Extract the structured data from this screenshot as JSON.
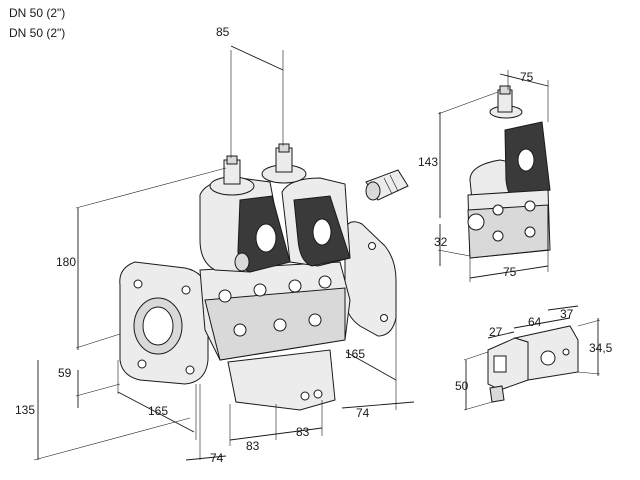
{
  "header": {
    "line1": "DN 50 (2\")",
    "line2": "DN 50 (2\")"
  },
  "dimensions": {
    "main_85": "85",
    "main_180": "180",
    "main_59": "59",
    "main_135": "135",
    "main_165_left": "165",
    "main_165_right": "165",
    "main_74_right": "74",
    "main_74_bottom": "74",
    "main_83_a": "83",
    "main_83_b": "83",
    "side_75_top": "75",
    "side_143": "143",
    "side_32": "32",
    "side_75_bottom": "75",
    "plug_27": "27",
    "plug_64": "64",
    "plug_37": "37",
    "plug_34_5": "34,5",
    "plug_50": "50"
  }
}
